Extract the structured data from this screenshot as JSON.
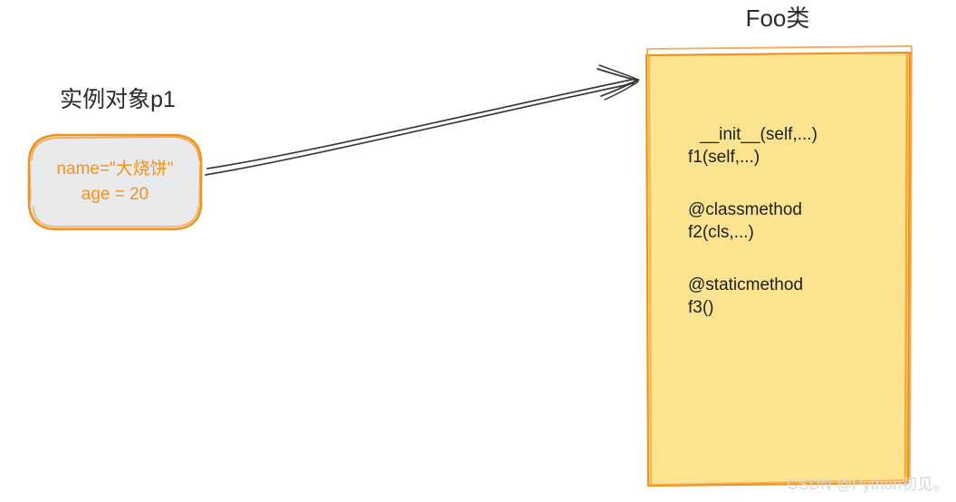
{
  "diagram": {
    "background_color": "#ffffff",
    "accent_color": "#f0921e",
    "instance": {
      "label": "实例对象p1",
      "fill_color": "#e8eaec",
      "border_color": "#f0921e",
      "text_color": "#f0921e",
      "attributes": [
        "name=\"大烧饼\"",
        "age = 20"
      ]
    },
    "class_box": {
      "title": "Foo类",
      "fill_color": "#fbe38f",
      "border_color": "#f0921e",
      "text_color": "#1f1f1f",
      "groups": [
        {
          "lines": [
            {
              "text": "__init__(self,...)",
              "indented": true
            },
            {
              "text": "f1(self,...)",
              "indented": false
            }
          ]
        },
        {
          "lines": [
            {
              "text": "@classmethod",
              "indented": false
            },
            {
              "text": "f2(cls,...)",
              "indented": false
            }
          ]
        },
        {
          "lines": [
            {
              "text": "@staticmethod",
              "indented": false
            },
            {
              "text": "f3()",
              "indented": false
            }
          ]
        }
      ]
    },
    "arrow": {
      "name": "instance-to-class-arrow",
      "from": "instance-box",
      "to": "class-box",
      "style": "hand-drawn-double-line",
      "color": "#3a3a3a"
    },
    "watermark": "CSDN @Python初见。"
  }
}
